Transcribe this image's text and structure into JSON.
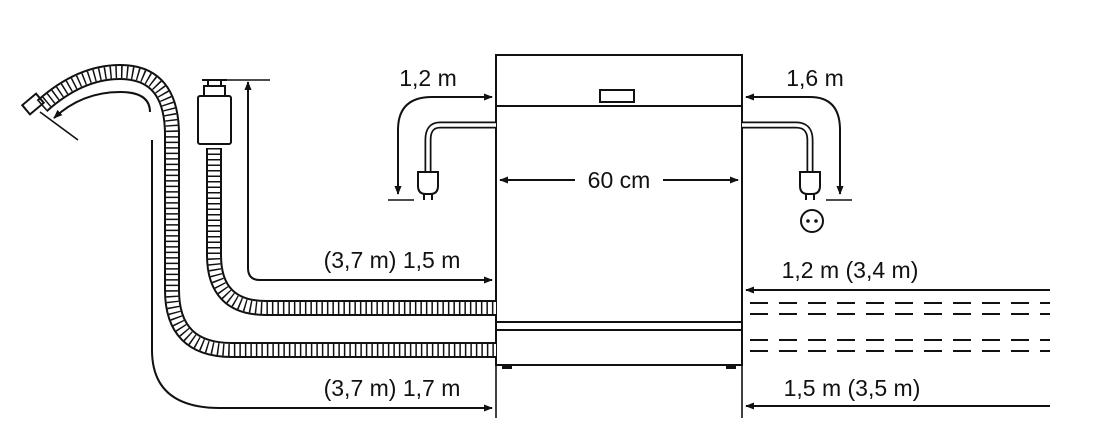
{
  "labels": {
    "width": "60 cm",
    "power_cord_left": "1,2 m",
    "power_cord_right": "1,6 m",
    "drain_hose_upper": "(3,7 m) 1,5 m",
    "drain_hose_lower": "(3,7 m) 1,7 m",
    "water_supply_upper": "1,2 m (3,4 m)",
    "water_supply_lower": "1,5 m (3,5 m)"
  },
  "colors": {
    "line": "#111111",
    "background": "#ffffff"
  },
  "icons": [
    "dishwasher",
    "drain-hose",
    "inlet-hose-with-valve",
    "power-plug",
    "wall-socket",
    "measurement-arrow"
  ]
}
